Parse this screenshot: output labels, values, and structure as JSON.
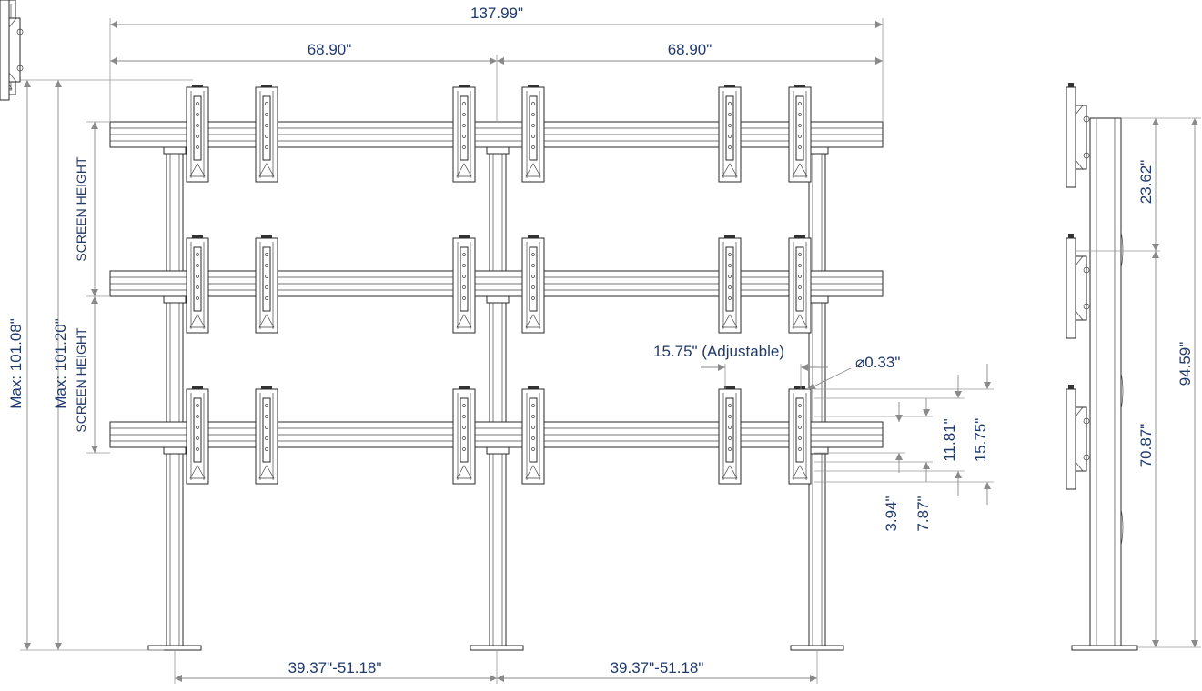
{
  "dimensions": {
    "overall_width": "137.99\"",
    "half_width_left": "68.90\"",
    "half_width_right": "68.90\"",
    "max_height_outer": "Max: 101.08\"",
    "max_height_inner": "Max: 101.20\"",
    "screen_height_top": "SCREEN HEIGHT",
    "screen_height_bottom": "SCREEN HEIGHT",
    "adjustable": "15.75\" (Adjustable)",
    "diameter": "⌀0.33\"",
    "d_11_81": "11.81\"",
    "d_15_75": "15.75\"",
    "d_3_94": "3.94\"",
    "d_7_87": "7.87\"",
    "base_left": "39.37\"-51.18\"",
    "base_right": "39.37\"-51.18\"",
    "side_23_62": "23.62\"",
    "side_70_87": "70.87\"",
    "side_94_59": "94.59\""
  }
}
